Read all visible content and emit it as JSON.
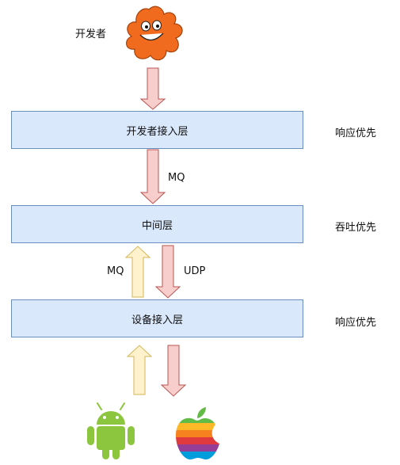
{
  "developer": {
    "label": "开发者",
    "icon": "mascot-icon",
    "color": "#f06b1d"
  },
  "layers": [
    {
      "label": "开发者接入层",
      "note": "响应优先"
    },
    {
      "label": "中间层",
      "note": "吞吐优先"
    },
    {
      "label": "设备接入层",
      "note": "响应优先"
    }
  ],
  "arrows": {
    "dev_to_top": "",
    "top_to_middle": "MQ",
    "bottom_to_middle": "MQ",
    "middle_to_bottom": "UDP"
  },
  "devices": {
    "android": "android-icon",
    "apple": "apple-icon"
  },
  "colors": {
    "box_fill": "#dae8fc",
    "box_stroke": "#6c8ebf",
    "down_arrow_fill": "#f8cecc",
    "down_arrow_stroke": "#b85450",
    "up_arrow_fill": "#fff2cc",
    "up_arrow_stroke": "#d6b656",
    "android_green": "#8cc63f"
  }
}
